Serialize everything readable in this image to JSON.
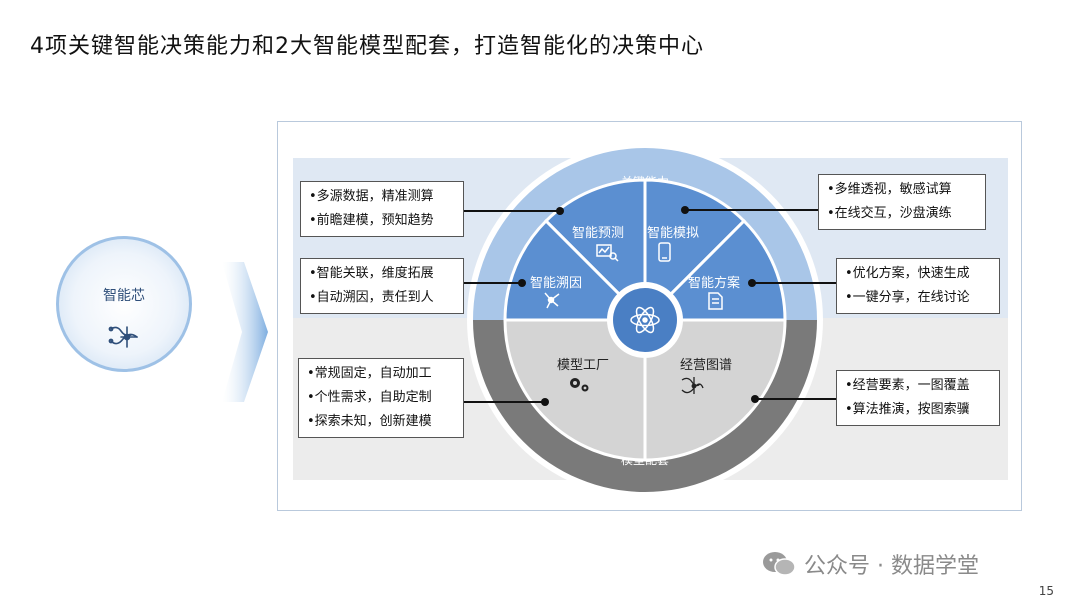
{
  "title": "4项关键智能决策能力和2大智能模型配套，打造智能化的决策中心",
  "chip": {
    "label": "智能芯",
    "icon": "chip-circuit-icon"
  },
  "ring": {
    "top_label": "关键能力",
    "bottom_label": "模型配套"
  },
  "segments": [
    {
      "label": "智能预测",
      "icon": "chart-magnifier-icon"
    },
    {
      "label": "智能模拟",
      "icon": "phone-icon"
    },
    {
      "label": "智能溯因",
      "icon": "network-node-icon"
    },
    {
      "label": "智能方案",
      "icon": "document-icon"
    },
    {
      "label": "模型工厂",
      "icon": "gears-icon"
    },
    {
      "label": "经营图谱",
      "icon": "graph-circuit-icon"
    }
  ],
  "center_icon": "atom-icon",
  "boxes": {
    "top_left": [
      "•多源数据，精准测算",
      "•前瞻建模，预知趋势"
    ],
    "mid_left": [
      "•智能关联，维度拓展",
      "•自动溯因，责任到人"
    ],
    "top_right": [
      "•多维透视，敏感试算",
      "•在线交互，沙盘演练"
    ],
    "mid_right": [
      "•优化方案，快速生成",
      "•一键分享，在线讨论"
    ],
    "bottom_left": [
      "•常规固定，自动加工",
      "•个性需求，自助定制",
      "•探索未知，创新建模"
    ],
    "bottom_right": [
      "•经营要素，一图覆盖",
      "•算法推演，按图索骥"
    ]
  },
  "watermark": {
    "text": "公众号 · 数据学堂",
    "icon": "wechat-icon"
  },
  "page_number": "15",
  "colors": {
    "blue_segment": "#5b8fd1",
    "light_blue_ring": "#a9c6e8",
    "grey_segment": "#d4d4d4",
    "dark_grey_ring": "#7a7a7a",
    "center_circle": "#4a7fc4"
  }
}
